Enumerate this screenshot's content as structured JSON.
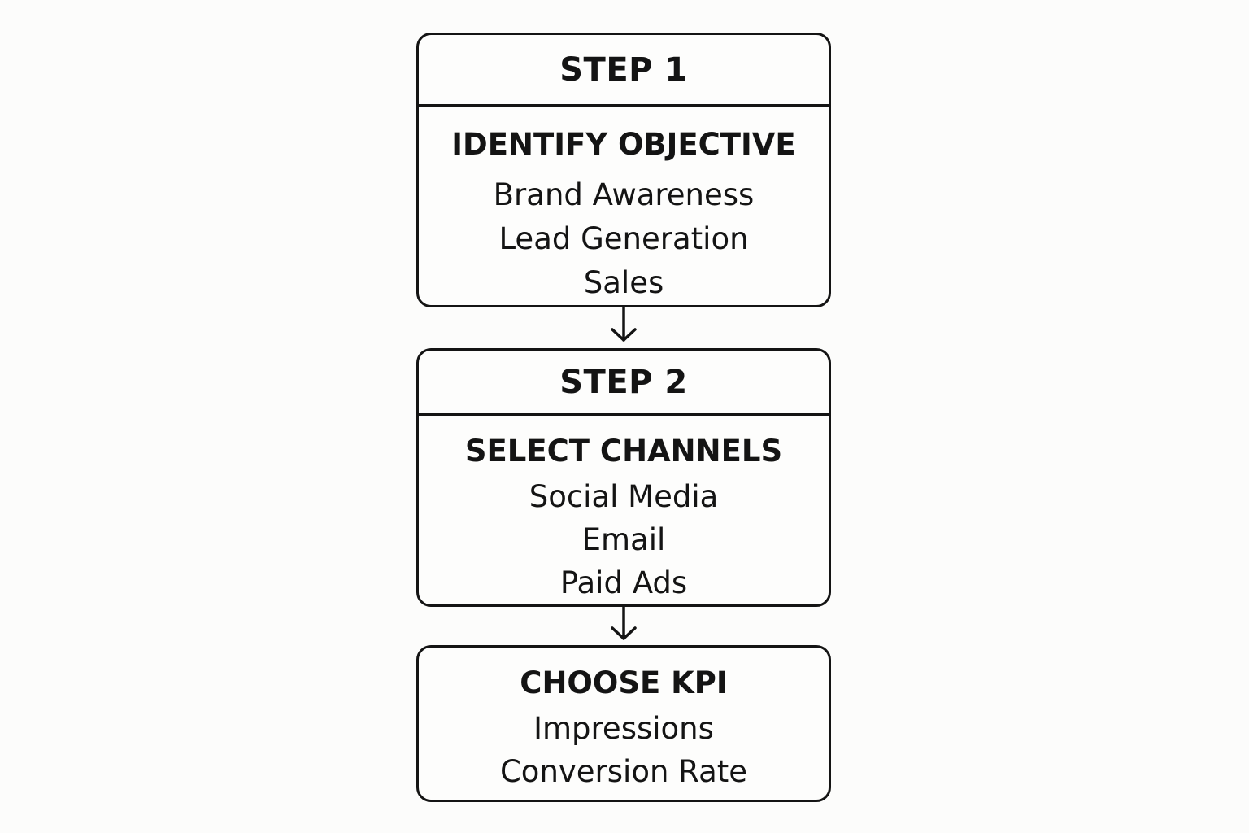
{
  "step1": {
    "title": "STEP 1",
    "heading": "IDENTIFY OBJECTIVE",
    "items": [
      "Brand Awareness",
      "Lead Generation",
      "Sales"
    ]
  },
  "step2": {
    "title": "STEP 2",
    "heading": "SELECT CHANNELS",
    "items": [
      "Social Media",
      "Email",
      "Paid Ads"
    ]
  },
  "step3": {
    "heading": "CHOOSE KPI",
    "items": [
      "Impressions",
      "Conversion Rate"
    ]
  },
  "colors": {
    "stroke": "#141414",
    "background": "#fcfcfb"
  },
  "icons": {
    "connector": "arrow-down-icon"
  }
}
